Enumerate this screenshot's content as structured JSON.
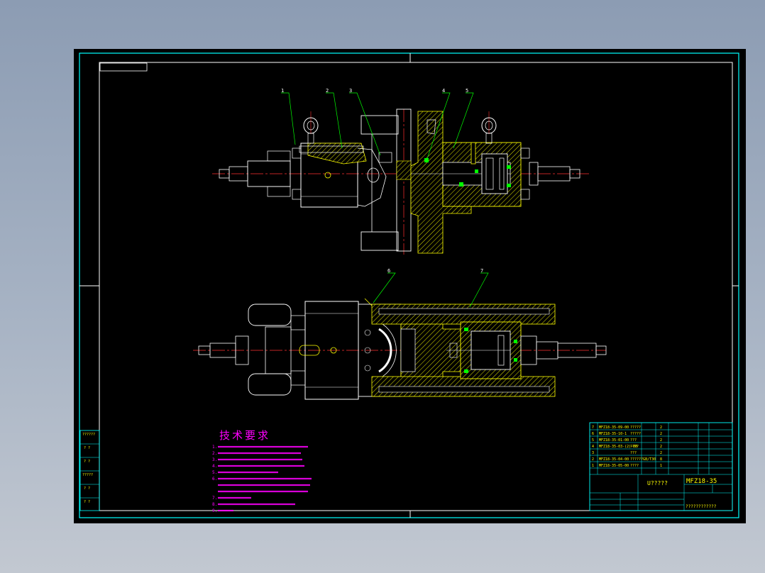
{
  "colors": {
    "frame": "#00ffff",
    "line": "#ffffff",
    "hatch": "#ffff00",
    "seal": "#00ff00",
    "center": "#ff3030",
    "leader": "#00ff00",
    "annotation": "#ff00ff",
    "table_text": "#ffff00"
  },
  "callouts": [
    "1",
    "2",
    "3",
    "4",
    "5",
    "6",
    "7"
  ],
  "tech_requirements": {
    "title": "技术要求",
    "lines": [
      "1.",
      "2.",
      "3.",
      "4.",
      "5.",
      "6.",
      "",
      "",
      "7.",
      "8.",
      "9."
    ]
  },
  "bom_rows": [
    {
      "no": "7",
      "code": "MFZ18-35-09-00",
      "name": "?????",
      "qty": "2"
    },
    {
      "no": "6",
      "code": "MFZ18-35-10-1",
      "name": "?????",
      "qty": "2"
    },
    {
      "no": "5",
      "code": "MFZ18-35-01-00",
      "name": "???",
      "qty": "2"
    },
    {
      "no": "4",
      "code": "MFZ18-35-03-(2)-00",
      "name": "????",
      "qty": "2"
    },
    {
      "no": "3",
      "code": "",
      "name": "???",
      "qty": "2"
    },
    {
      "no": "2",
      "code": "MFZ18-35-04-00",
      "name": "??????GB/T30",
      "qty": "8"
    },
    {
      "no": "1",
      "code": "MFZ18-35-05-00",
      "name": "????",
      "qty": "1"
    }
  ],
  "title_block": {
    "name": "U?????",
    "drawing_no": "MFZ18-35",
    "company": "????????????"
  },
  "side_table": [
    "??????",
    "? ?",
    "? ?",
    "?????",
    "? ?",
    "? ?"
  ]
}
